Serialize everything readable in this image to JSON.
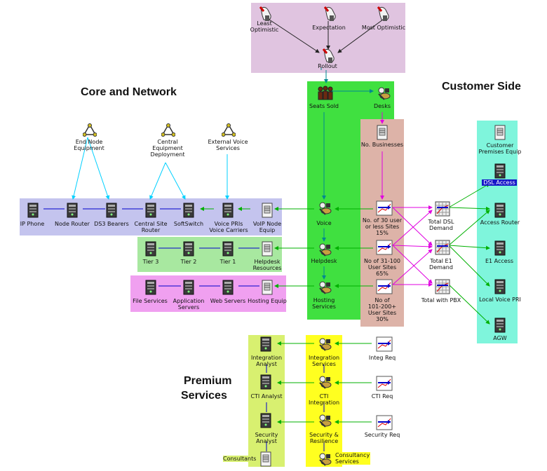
{
  "headings": {
    "core": "Core and Network",
    "customer": "Customer Side",
    "premium_line1": "Premium",
    "premium_line2": "Services"
  },
  "scenario": {
    "least": [
      "Least",
      "Optimistic"
    ],
    "expectation": "Expectation",
    "most": "Most Optimistic",
    "rollout": "Rollout"
  },
  "sales": {
    "seats": "Seats Sold",
    "desks": "Desks",
    "no_businesses": "No. Businesses"
  },
  "services": {
    "voice": "Voice",
    "helpdesk": "Helpdesk",
    "hosting": [
      "Hosting",
      "Services"
    ]
  },
  "sites": {
    "small": [
      "No. of 30 user",
      "or less Sites",
      "15%"
    ],
    "medium": [
      "No of 31-100",
      "User Sites",
      "65%"
    ],
    "large": [
      "No of",
      "101-200+",
      "User Sites",
      "30%"
    ]
  },
  "demand": {
    "dsl": [
      "Total DSL",
      "Demand"
    ],
    "e1": [
      "Total E1",
      "Demand"
    ],
    "pbx": "Total with PBX"
  },
  "customer_equip": {
    "cpe": [
      "Customer",
      "Premises Equip"
    ],
    "dsl_access": "DSL Access",
    "access_router": "Access Router",
    "e1_access": "E1 Access",
    "local_voice_pri": "Local Voice PRI",
    "agw": "AGW"
  },
  "core_inputs": {
    "end_node": [
      "End Node",
      "Equipment"
    ],
    "central": [
      "Central",
      "Equipment",
      "Deployment"
    ],
    "external_voice": [
      "External Voice",
      "Services"
    ]
  },
  "voice_chain": {
    "ip_phone": "IP Phone",
    "node_router": "Node Router",
    "ds3": "DS3 Bearers",
    "central_router": [
      "Central Site",
      "Router"
    ],
    "softswitch": "SoftSwitch",
    "voice_pri": [
      "Voice PRIs",
      "Voice Carriers"
    ],
    "voip_node": [
      "VoIP Node",
      "Equip"
    ]
  },
  "helpdesk_chain": {
    "tier3": "Tier 3",
    "tier2": "Tier 2",
    "tier1": "Tier 1",
    "resources": [
      "Helpdesk",
      "Resources"
    ]
  },
  "hosting_chain": {
    "file": "File Services",
    "app": [
      "Application",
      "Servers"
    ],
    "web": "Web Servers",
    "equip": "Hosting Equip"
  },
  "premium": {
    "integ_analyst": [
      "Integration",
      "Analyst"
    ],
    "cti_analyst": "CTI Analyst",
    "security_analyst": [
      "Security",
      "Analyst"
    ],
    "consultants": "Consultants",
    "integ_services": [
      "Integration",
      "Services"
    ],
    "cti_integration": [
      "CTI",
      "Integration"
    ],
    "security_resilience": [
      "Security &",
      "Resilience"
    ],
    "consultancy": [
      "Consultancy",
      "Services"
    ],
    "integ_req": "Integ Req",
    "cti_req": "CTI Req",
    "security_req": "Security Req"
  },
  "colors": {
    "scenario_bg": "#e0c4e0",
    "sales_bg": "#40e040",
    "sites_bg": "#ddb3a8",
    "customer_bg": "#7ff5dc",
    "voice_bg": "#c4c4ee",
    "helpdesk_bg": "#a8e8a0",
    "hosting_bg": "#f0a0f0",
    "premium_analyst_bg": "#d8f070",
    "premium_services_bg": "#ffff20"
  }
}
